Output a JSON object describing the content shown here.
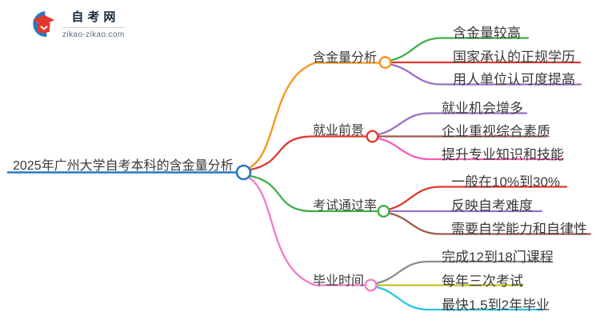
{
  "logo": {
    "site_name": "自考网",
    "site_domain": "zikao-zikao.com"
  },
  "colors": {
    "blue": "#2878BE",
    "orange": "#F7941E",
    "red": "#E0382E",
    "green": "#3FAE49",
    "purple": "#9A6FC7",
    "pink": "#EF7BC8",
    "magenta": "#F45FB8",
    "brown": "#9D5B50",
    "gray": "#8C8C8C",
    "olive": "#C2C121",
    "cyan": "#26C6E0",
    "text": "#3A3A3A",
    "logo_navy": "#17293E",
    "logo_red": "#E0382E"
  },
  "mindmap": {
    "root": {
      "label": "2025年广州大学自考本科的含金量分析",
      "color": "#2878BE"
    },
    "branches": [
      {
        "label": "含金量分析",
        "color": "#F7941E",
        "children": [
          {
            "label": "含金量较高",
            "color": "#3FAE49"
          },
          {
            "label": "国家承认的正规学历",
            "color": "#E0382E"
          },
          {
            "label": "用人单位认可度提高",
            "color": "#9A6FC7"
          }
        ]
      },
      {
        "label": "就业前景",
        "color": "#E0382E",
        "children": [
          {
            "label": "就业机会增多",
            "color": "#9A6FC7"
          },
          {
            "label": "企业重视综合素质",
            "color": "#9D5B50"
          },
          {
            "label": "提升专业知识和技能",
            "color": "#F45FB8"
          }
        ]
      },
      {
        "label": "考试通过率",
        "color": "#3FAE49",
        "children": [
          {
            "label": "一般在10%到30%",
            "color": "#E0382E"
          },
          {
            "label": "反映自考难度",
            "color": "#9A6FC7"
          },
          {
            "label": "需要自学能力和自律性",
            "color": "#9D5B50"
          }
        ]
      },
      {
        "label": "毕业时间",
        "color": "#EF7BC8",
        "children": [
          {
            "label": "完成12到18门课程",
            "color": "#8C8C8C"
          },
          {
            "label": "每年三次考试",
            "color": "#C2C121"
          },
          {
            "label": "最快1.5到2年毕业",
            "color": "#26C6E0"
          }
        ]
      }
    ]
  }
}
